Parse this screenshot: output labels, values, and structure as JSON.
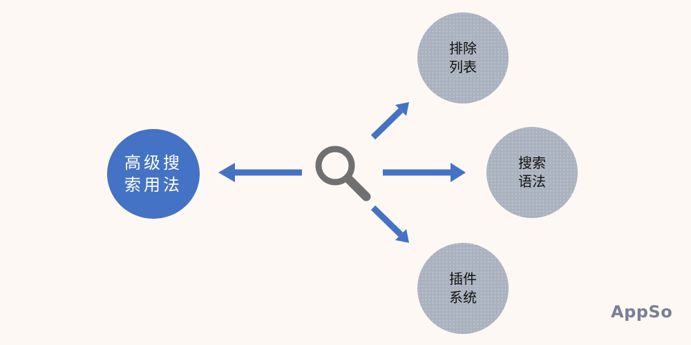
{
  "center": {
    "icon": "magnifier-icon"
  },
  "main_node": {
    "line1": "高级搜",
    "line2": "索用法",
    "color": "#4472c4"
  },
  "sub_nodes": [
    {
      "id": "exclude",
      "line1": "排除",
      "line2": "列表"
    },
    {
      "id": "syntax",
      "line1": "搜索",
      "line2": "语法"
    },
    {
      "id": "plugin",
      "line1": "插件",
      "line2": "系统"
    }
  ],
  "arrow_color": "#4472c4",
  "icon_color": "#707070",
  "sub_node_color": "#a9b2be",
  "brand": {
    "text": "AppSo"
  }
}
